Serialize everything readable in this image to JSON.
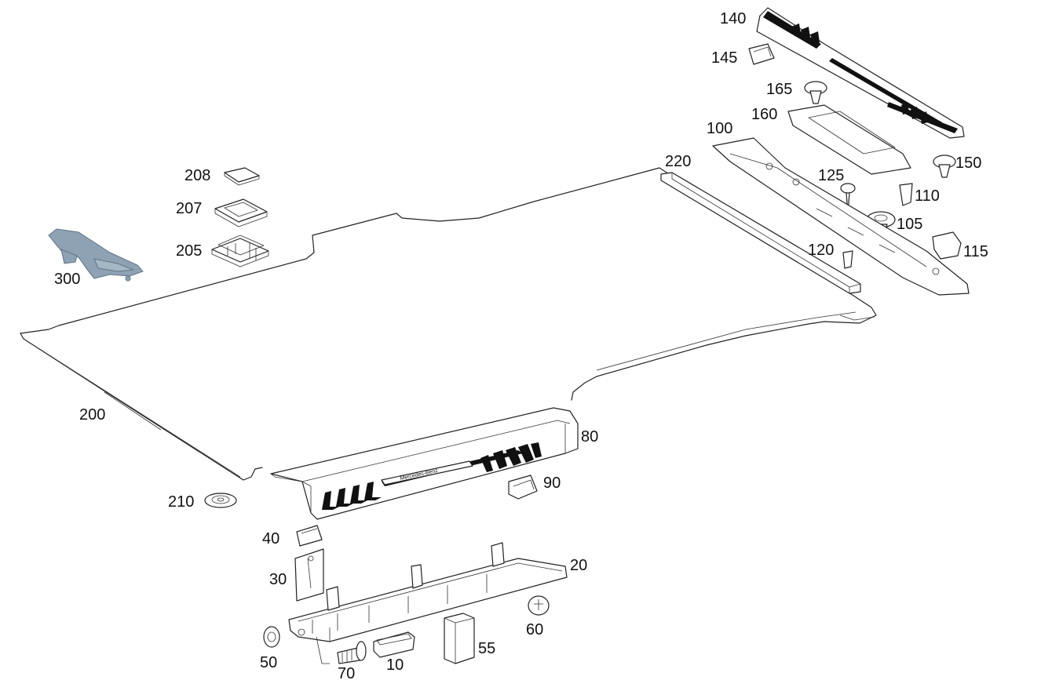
{
  "labels": {
    "p10": "10",
    "p20": "20",
    "p30": "30",
    "p40": "40",
    "p50": "50",
    "p55": "55",
    "p60": "60",
    "p70": "70",
    "p80": "80",
    "p90": "90",
    "p100": "100",
    "p105": "105",
    "p110": "110",
    "p115": "115",
    "p120": "120",
    "p125": "125",
    "p140": "140",
    "p145": "145",
    "p150": "150",
    "p160": "160",
    "p165": "165",
    "p200": "200",
    "p205": "205",
    "p207": "207",
    "p208": "208",
    "p210": "210",
    "p220": "220",
    "p300": "300"
  },
  "brand_text": "Mercedes-Benz",
  "colors": {
    "line": "#222222",
    "highlight_part": "#8ea2b4",
    "background": "#ffffff"
  }
}
